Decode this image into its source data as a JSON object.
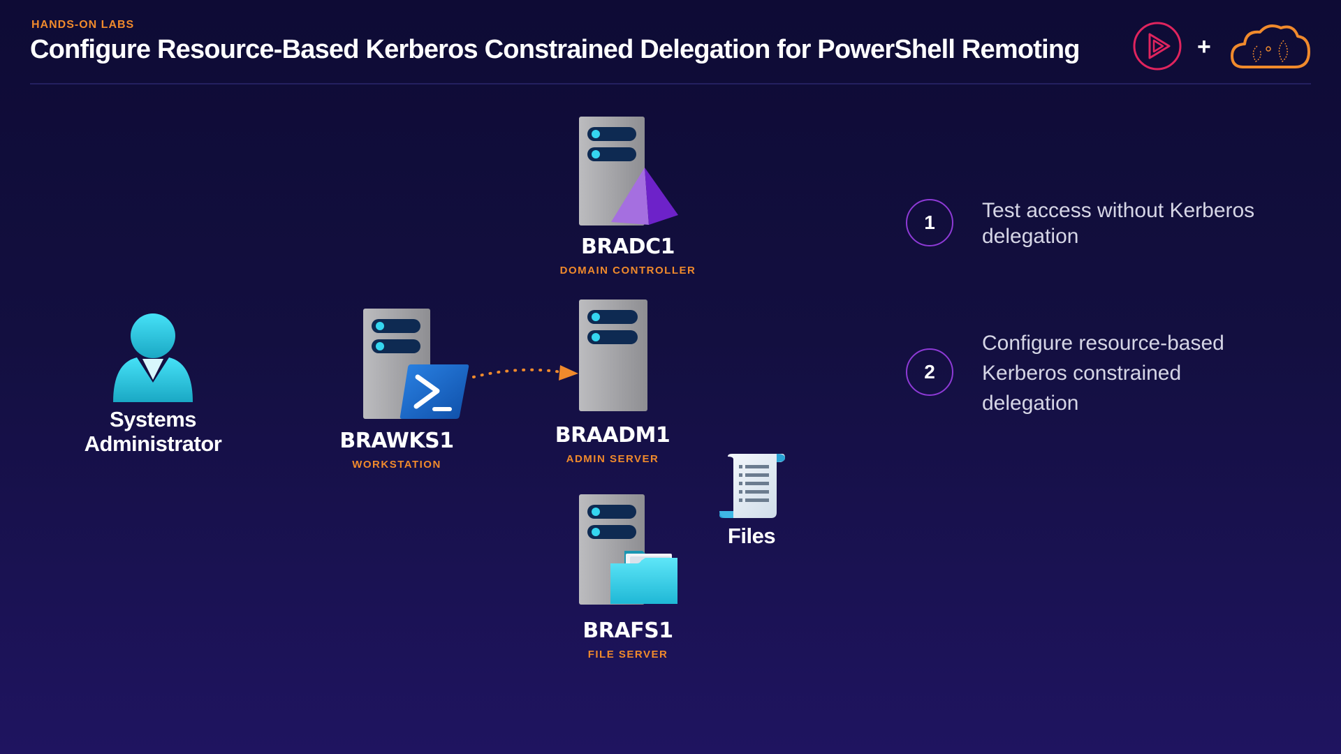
{
  "header": {
    "eyebrow": "HANDS-ON LABS",
    "title": "Configure Resource-Based Kerberos Constrained Delegation for PowerShell Remoting",
    "plus": "+"
  },
  "nodes": {
    "admin": {
      "label_line1": "Systems",
      "label_line2": "Administrator",
      "icon": "user-icon"
    },
    "brawks1": {
      "name": "BRAWKS1",
      "role": "WORKSTATION",
      "icon": "powershell-icon"
    },
    "bradc1": {
      "name": "BRADC1",
      "role": "DOMAIN CONTROLLER",
      "icon": "pyramid-icon"
    },
    "braadm1": {
      "name": "BRAADM1",
      "role": "ADMIN SERVER",
      "icon": "server-icon"
    },
    "brafs1": {
      "name": "BRAFS1",
      "role": "FILE SERVER",
      "icon": "folder-icon"
    },
    "files": {
      "label": "Files",
      "icon": "document-scroll-icon"
    }
  },
  "steps": [
    {
      "number": "1",
      "text": "Test access without Kerberos delegation"
    },
    {
      "number": "2",
      "text": "Configure resource-based Kerberos constrained delegation"
    }
  ],
  "colors": {
    "accent_orange": "#f08a2c",
    "step_ring": "#8e3ad6",
    "server_gray": "#a9a9ad",
    "cyan": "#2fd0ec"
  }
}
